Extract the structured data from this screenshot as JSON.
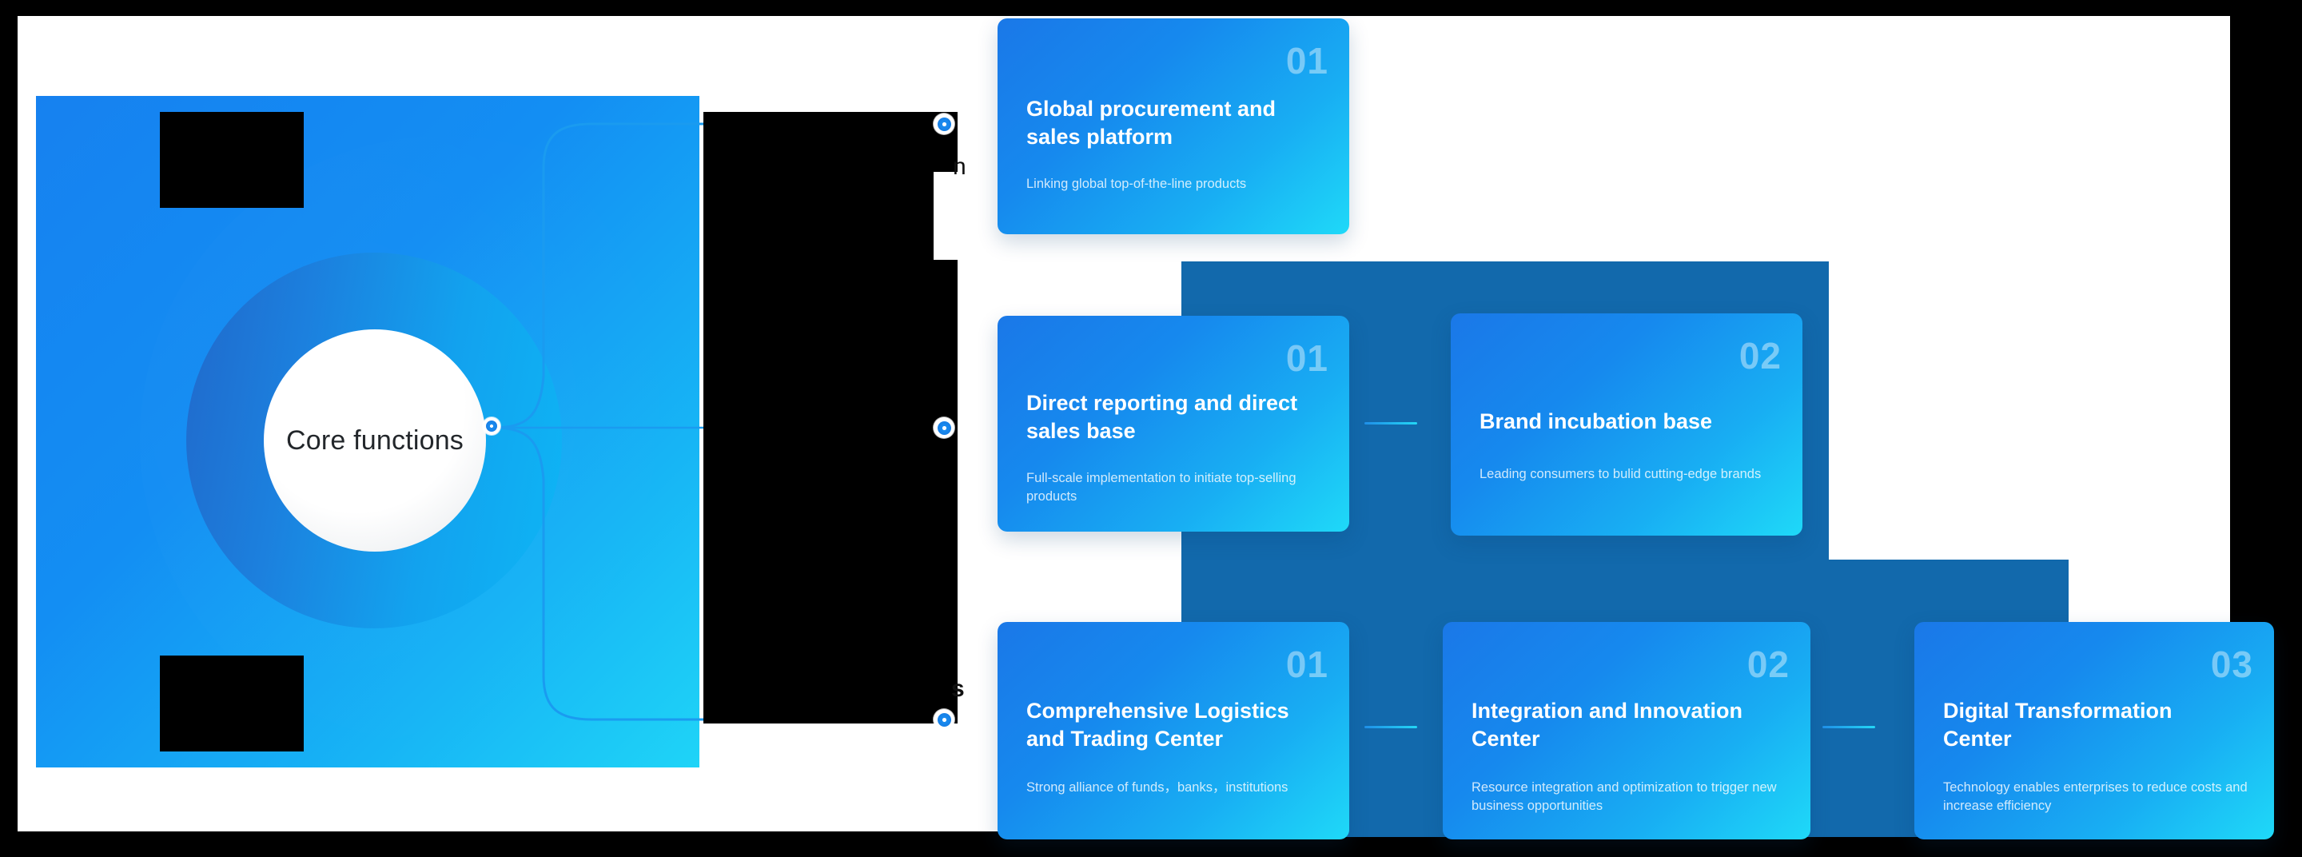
{
  "hero": {
    "core_label": "Core functions",
    "accent": "#1a8cf0",
    "panel_gradient_from": "#1681f0",
    "panel_gradient_to": "#1fd4f7"
  },
  "occluded_labels": [
    {
      "visible_fragment": "n"
    },
    {
      "visible_fragment": "s"
    }
  ],
  "groups": [
    {
      "name": "group-1",
      "cards": [
        {
          "number": "01",
          "title": "Global procurement and sales platform",
          "subtitle": "Linking global top-of-the-line products"
        }
      ]
    },
    {
      "name": "group-2",
      "cards": [
        {
          "number": "01",
          "title": "Direct reporting and direct sales base",
          "subtitle": "Full-scale implementation to initiate top-selling  products"
        },
        {
          "number": "02",
          "title": "Brand incubation base",
          "subtitle": "Leading consumers to bulid cutting-edge brands"
        }
      ]
    },
    {
      "name": "group-3",
      "cards": [
        {
          "number": "01",
          "title": "Comprehensive Logistics and Trading Center",
          "subtitle": "Strong alliance of funds，banks，institutions"
        },
        {
          "number": "02",
          "title": "Integration and Innovation Center",
          "subtitle": "Resource integration and optimization to trigger new business opportunities"
        },
        {
          "number": "03",
          "title": "Digital Transformation Center",
          "subtitle": "Technology enables enterprises to reduce costs and increase efficiency"
        }
      ]
    }
  ],
  "colors": {
    "card_gradient_from": "#1a78e8",
    "card_gradient_to": "#1fd9f8",
    "backplate": "#1269ac",
    "connector_line": "#1a9bf0",
    "dash_from": "#1f8fe8",
    "dash_to": "#23d7f6",
    "page_background": "#ffffff",
    "canvas_background": "#000000"
  }
}
